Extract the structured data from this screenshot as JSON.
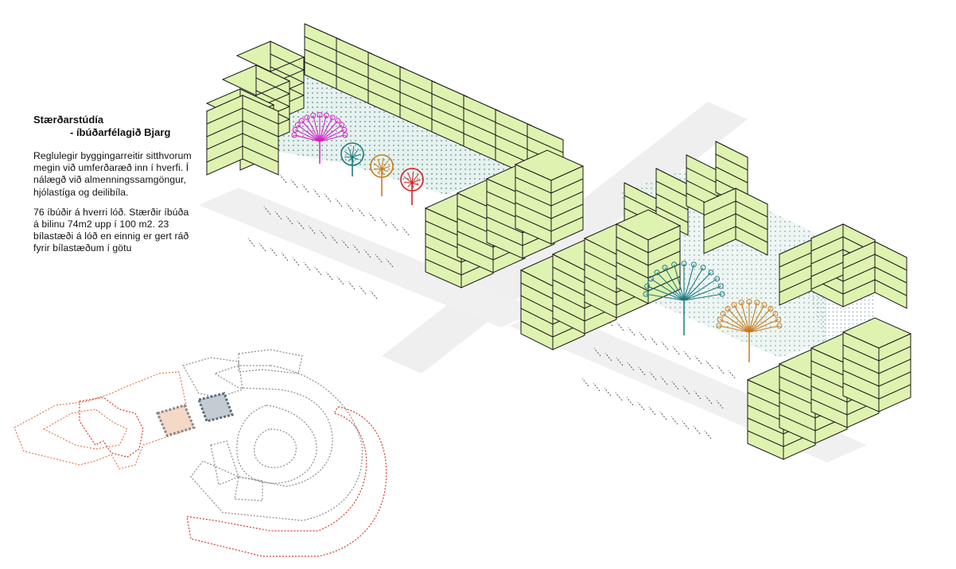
{
  "heading": {
    "title": "Stærðarstúdía",
    "subtitle": "- íbúðarfélagið Bjarg"
  },
  "description": [
    "Reglulegir byggingarreitir sitthvorum megin við umferðaræð inn í hverfi. Í nálægð við almenningssamgöngur, hjólastíga og deilibíla.",
    "76 íbúðir á hverri lóð. Stærðir íbúða á bilinu 74m2 upp í 100 m2. 23 bílastæði á lóð en einnig er gert ráð fyrir bílastæðum í götu"
  ],
  "colors": {
    "building_face": "#dff3b0",
    "building_edge": "#1a1a1a",
    "courtyard_fill": "#e4f1ee",
    "courtyard_dots": "#6e8f8a",
    "street": "#efefef",
    "tree_magenta": "#d61fc8",
    "tree_teal": "#1c7a80",
    "tree_orange": "#cc7a17",
    "tree_red": "#d62020",
    "plan_orange": "#e07a4a",
    "plan_red": "#d23a2a",
    "plan_grey": "#8a8a8a",
    "plot_highlight_orange": "#f6d8c6",
    "plot_highlight_grey": "#c4ccd3"
  }
}
